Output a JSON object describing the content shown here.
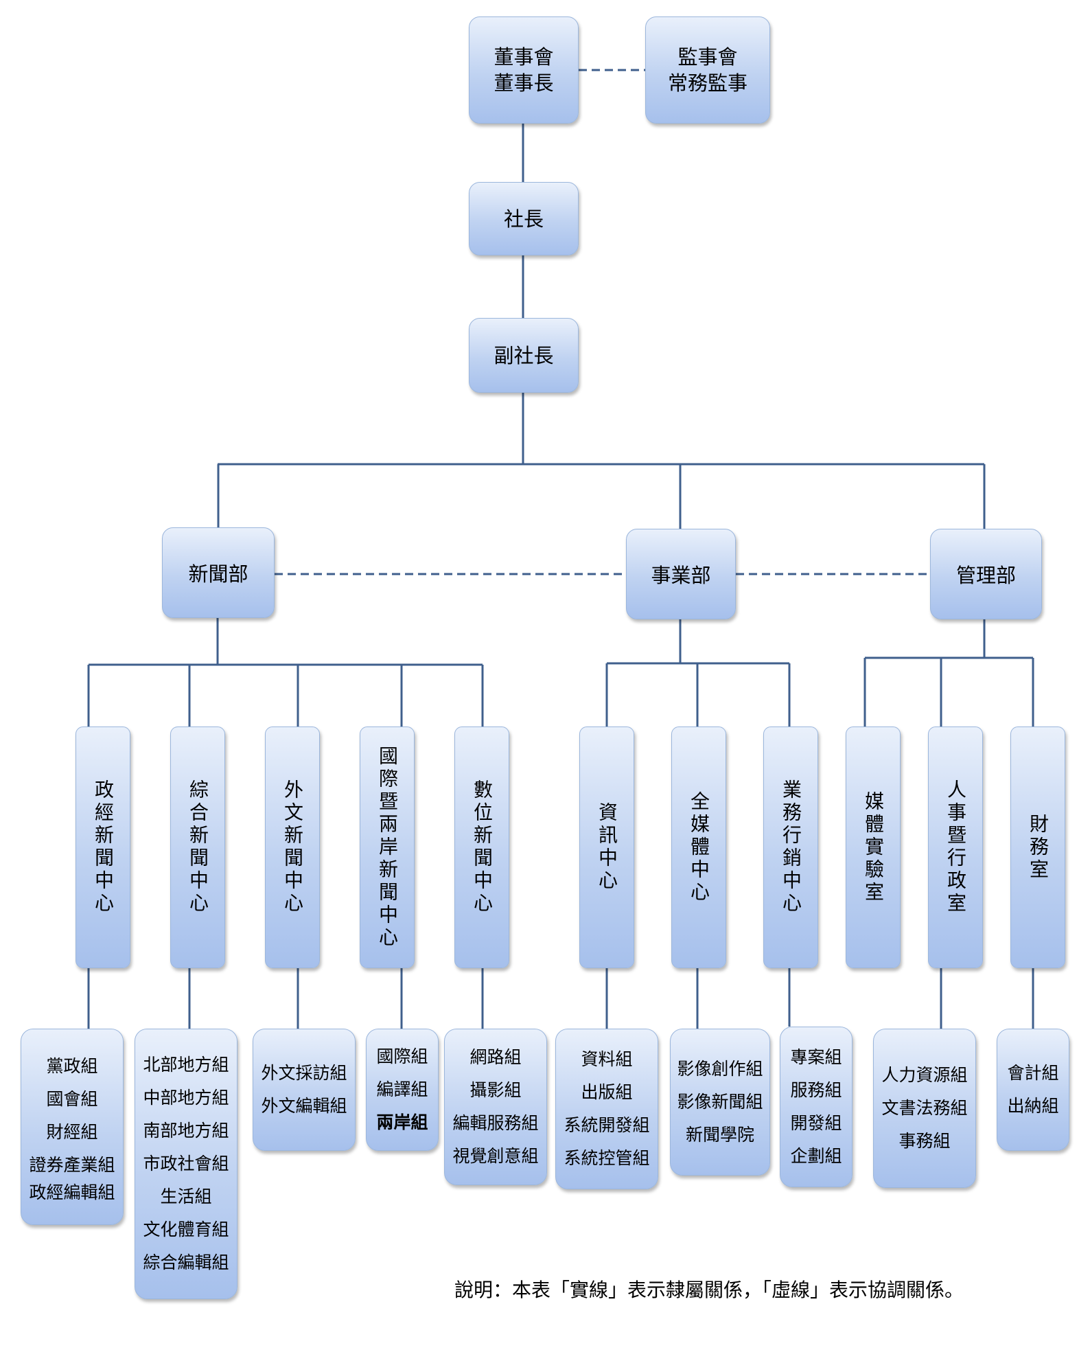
{
  "top": {
    "board": [
      "董事會",
      "董事長"
    ],
    "supervisors": [
      "監事會",
      "常務監事"
    ],
    "president": "社長",
    "vice_president": "副社長"
  },
  "departments": {
    "news": "新聞部",
    "business": "事業部",
    "management": "管理部"
  },
  "centers": [
    {
      "name": "政經新聞中心",
      "groups": [
        "黨政組",
        "國會組",
        "財經組",
        "證券產業組",
        "政經編輯組"
      ]
    },
    {
      "name": "綜合新聞中心",
      "groups": [
        "北部地方組",
        "中部地方組",
        "南部地方組",
        "市政社會組",
        "生活組",
        "文化體育組",
        "綜合編輯組"
      ]
    },
    {
      "name": "外文新聞中心",
      "groups": [
        "外文採訪組",
        "外文編輯組"
      ]
    },
    {
      "name": "國際暨兩岸新聞中心",
      "groups": [
        "國際組",
        "編譯組",
        "兩岸組"
      ]
    },
    {
      "name": "數位新聞中心",
      "groups": [
        "網路組",
        "攝影組",
        "編輯服務組",
        "視覺創意組"
      ]
    },
    {
      "name": "資訊中心",
      "groups": [
        "資料組",
        "出版組",
        "系統開發組",
        "系統控管組"
      ]
    },
    {
      "name": "全媒體中心",
      "groups": [
        "影像創作組",
        "影像新聞組",
        "新聞學院"
      ]
    },
    {
      "name": "業務行銷中心",
      "groups": [
        "專案組",
        "服務組",
        "開發組",
        "企劃組"
      ]
    },
    {
      "name": "媒體實驗室",
      "groups": []
    },
    {
      "name": "人事暨行政室",
      "groups": [
        "人力資源組",
        "文書法務組",
        "事務組"
      ]
    },
    {
      "name": "財務室",
      "groups": [
        "會計組",
        "出納組"
      ]
    }
  ],
  "note": "說明：本表「實線」表示隸屬關係，「虛線」表示協調關係。",
  "colors": {
    "box_fill_top": "#e9f0fb",
    "box_fill_bottom": "#a6c0ec",
    "line": "#3f5f8c"
  }
}
